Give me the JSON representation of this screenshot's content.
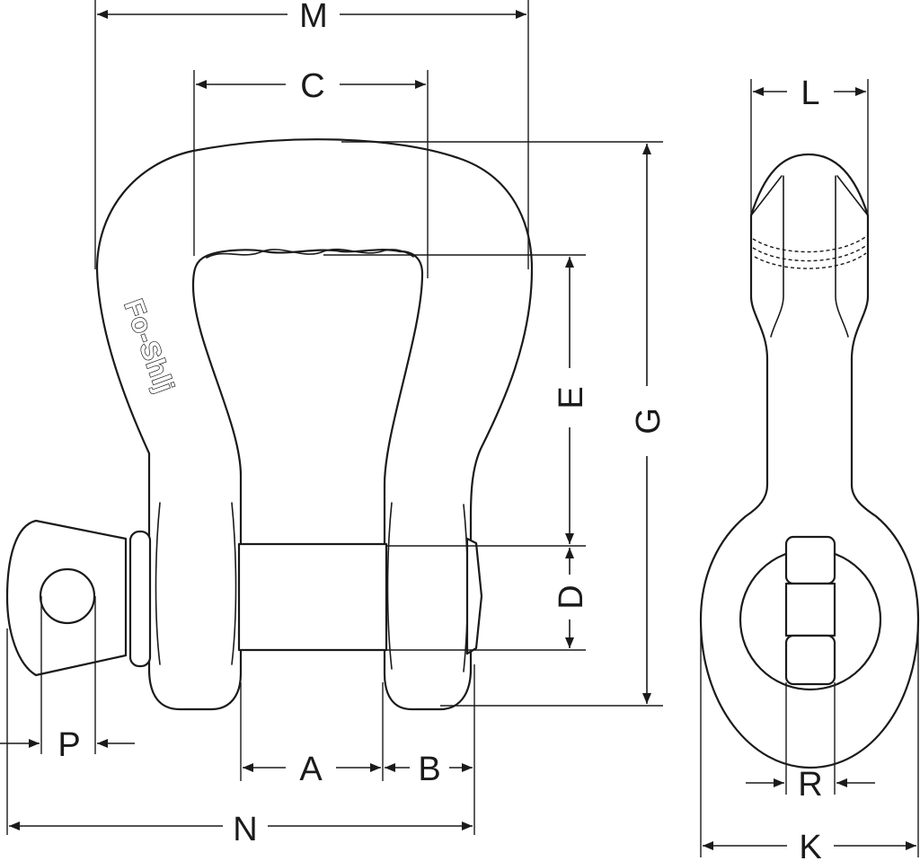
{
  "logo": {
    "text": "Fo-Shlj"
  },
  "labels": {
    "M": "M",
    "C": "C",
    "L": "L",
    "E": "E",
    "G": "G",
    "D": "D",
    "P": "P",
    "A": "A",
    "B": "B",
    "N": "N",
    "R": "R",
    "K": "K"
  }
}
